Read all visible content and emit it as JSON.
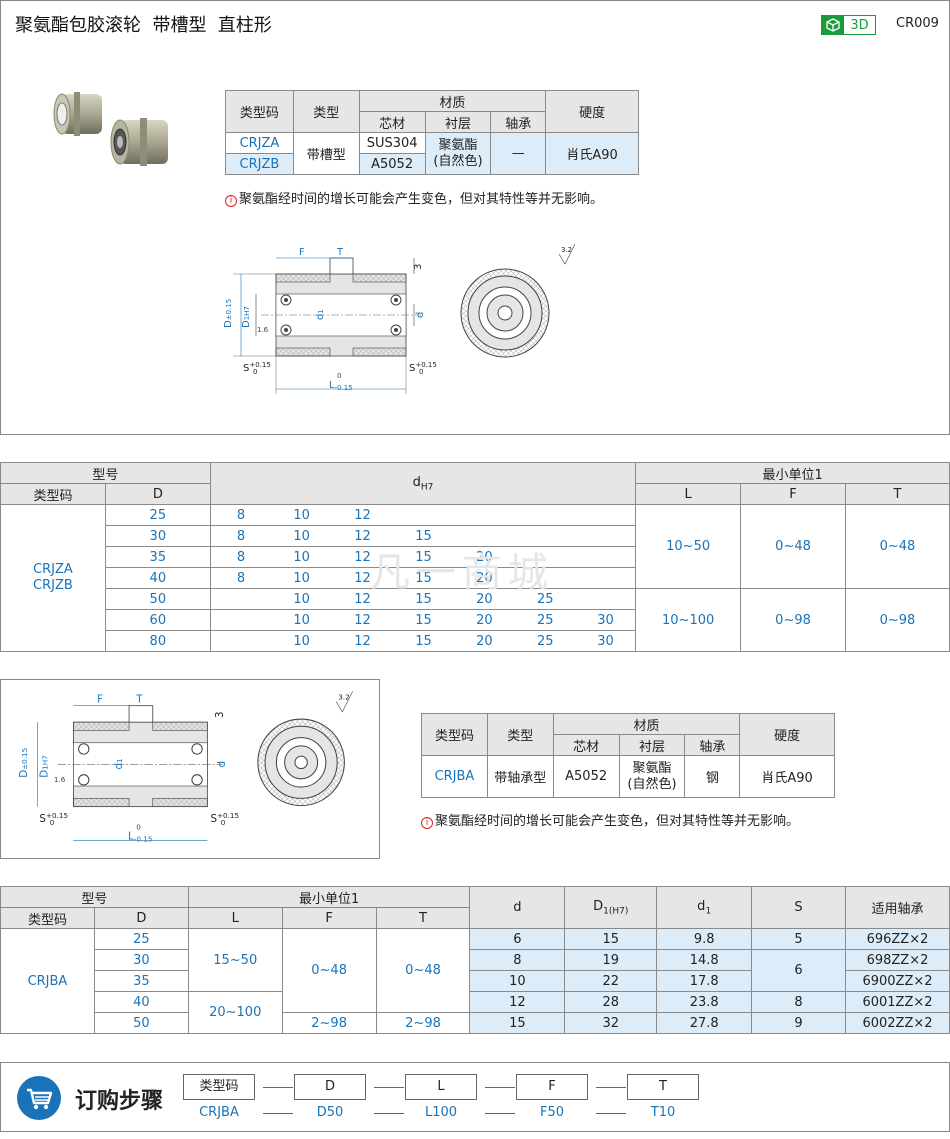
{
  "header": {
    "title": "聚氨酯包胶滚轮  带槽型  直柱形",
    "badge_3d": "3D",
    "code": "CR009"
  },
  "spec1": {
    "h_code": "类型码",
    "h_type": "类型",
    "h_material": "材质",
    "h_core": "芯材",
    "h_lining": "衬层",
    "h_bearing": "轴承",
    "h_hardness": "硬度",
    "codes": [
      "CRJZA",
      "CRJZB"
    ],
    "type": "带槽型",
    "cores": [
      "SUS304",
      "A5052"
    ],
    "lining": "聚氨酯\n(自然色)",
    "bearing": "—",
    "hardness": "肖氏A90"
  },
  "note": "聚氨酯经时间的增长可能会产生变色，但对其特性等并无影响。",
  "drawing": {
    "F": "F",
    "T": "T",
    "three": "3",
    "D": "D",
    "D_tol": "±0.15",
    "D1": "D",
    "D1_sub": "1H7",
    "d1": "d",
    "d1_sub": "1",
    "d": "d",
    "rough_16": "1.6",
    "S": "S",
    "S_tol_up": "+0.15",
    "S_tol_low": "0",
    "L": "L",
    "L_tol_up": "0",
    "L_tol_low": "-0.15",
    "rough_32": "3.2"
  },
  "table1": {
    "h_model": "型号",
    "h_code": "类型码",
    "h_D": "D",
    "h_dH7": "d",
    "h_dH7_sub": "H7",
    "h_min_unit": "最小单位1",
    "h_L": "L",
    "h_F": "F",
    "h_T": "T",
    "codes": "CRJZA\nCRJZB",
    "D": [
      "25",
      "30",
      "35",
      "40",
      "50",
      "60",
      "80"
    ],
    "d": [
      [
        "8",
        "10",
        "12",
        "",
        "",
        "",
        ""
      ],
      [
        "8",
        "10",
        "12",
        "15",
        "",
        "",
        ""
      ],
      [
        "8",
        "10",
        "12",
        "15",
        "20",
        "",
        ""
      ],
      [
        "8",
        "10",
        "12",
        "15",
        "20",
        "",
        ""
      ],
      [
        "",
        "10",
        "12",
        "15",
        "20",
        "25",
        ""
      ],
      [
        "",
        "10",
        "12",
        "15",
        "20",
        "25",
        "30"
      ],
      [
        "",
        "10",
        "12",
        "15",
        "20",
        "25",
        "30"
      ]
    ],
    "L": [
      "10~50",
      "10~100"
    ],
    "F": [
      "0~48",
      "0~98"
    ],
    "T": [
      "0~48",
      "0~98"
    ],
    "watermark": "凡一商城"
  },
  "spec2": {
    "h_code": "类型码",
    "h_type": "类型",
    "h_material": "材质",
    "h_core": "芯材",
    "h_lining": "衬层",
    "h_bearing": "轴承",
    "h_hardness": "硬度",
    "code": "CRJBA",
    "type": "带轴承型",
    "core": "A5052",
    "lining": "聚氨酯\n(自然色)",
    "bearing": "钢",
    "hardness": "肖氏A90"
  },
  "note2": "聚氨酯经时间的增长可能会产生变色，但对其特性等并无影响。",
  "table2": {
    "h_model": "型号",
    "h_code": "类型码",
    "h_D": "D",
    "h_min_unit": "最小单位1",
    "h_L": "L",
    "h_F": "F",
    "h_T": "T",
    "h_d": "d",
    "h_D1": "D",
    "h_D1_sub": "1(H7)",
    "h_d1": "d",
    "h_d1_sub": "1",
    "h_S": "S",
    "h_bearing": "适用轴承",
    "code": "CRJBA",
    "D": [
      "25",
      "30",
      "35",
      "40",
      "50"
    ],
    "L": [
      "15~50",
      "20~100"
    ],
    "F": [
      "0~48",
      "2~98"
    ],
    "T": [
      "0~48",
      "2~98"
    ],
    "d": [
      "6",
      "8",
      "10",
      "12",
      "15"
    ],
    "D1": [
      "15",
      "19",
      "22",
      "28",
      "32"
    ],
    "d1": [
      "9.8",
      "14.8",
      "17.8",
      "23.8",
      "27.8"
    ],
    "S": [
      "5",
      "6",
      "8",
      "9"
    ],
    "bearings": [
      "696ZZ×2",
      "698ZZ×2",
      "6900ZZ×2",
      "6001ZZ×2",
      "6002ZZ×2"
    ]
  },
  "order": {
    "title": "订购步骤",
    "steps": [
      "类型码",
      "D",
      "L",
      "F",
      "T"
    ],
    "values": [
      "CRJBA",
      "D50",
      "L100",
      "F50",
      "T10"
    ]
  }
}
